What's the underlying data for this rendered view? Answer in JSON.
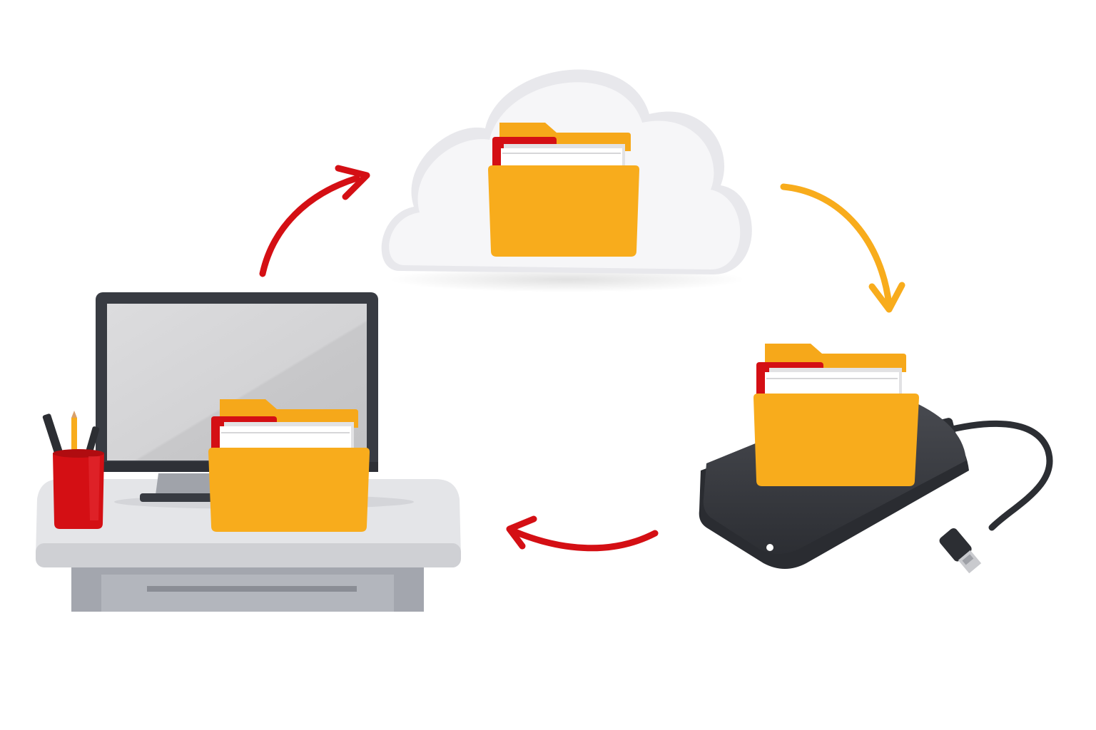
{
  "colors": {
    "background": "#ffffff",
    "accent_red": "#d40f14",
    "accent_yellow": "#f8ac1c",
    "folder_yellow": "#f8ac1c",
    "folder_back": "#f6a81a",
    "paper": "#ffffff",
    "monitor_frame": "#383b42",
    "monitor_screen": "#d1d1d3",
    "desk_top": "#e4e5e8",
    "desk_body": "#a3a6ae",
    "drive_body": "#3b3d42",
    "cable": "#2c2e33",
    "cloud": "#f4f4f6",
    "cloud_outline": "#e6e6ea"
  },
  "nodes": [
    {
      "id": "cloud",
      "icon": "cloud-icon",
      "contains": "folder-icon"
    },
    {
      "id": "external-drive",
      "icon": "external-hard-drive-icon",
      "contains": "folder-icon"
    },
    {
      "id": "computer",
      "icon": "desktop-computer-icon",
      "contains": "folder-icon"
    }
  ],
  "edges": [
    {
      "from": "computer",
      "to": "cloud",
      "color": "accent_red"
    },
    {
      "from": "cloud",
      "to": "external-drive",
      "color": "accent_yellow"
    },
    {
      "from": "external-drive",
      "to": "computer",
      "color": "accent_red"
    }
  ],
  "decorations": [
    {
      "icon": "pen-holder-icon",
      "color": "accent_red"
    }
  ]
}
